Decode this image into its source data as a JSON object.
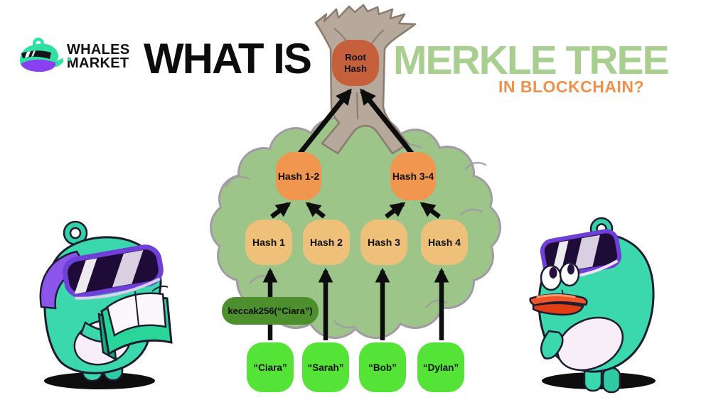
{
  "brand": {
    "name_line1": "WHALES",
    "name_line2": "MARKET"
  },
  "title": {
    "prefix": "WHAT IS",
    "main": "MERKLE TREE",
    "subtitle": "IN BLOCKCHAIN?"
  },
  "diagram": {
    "root_label_line1": "Root",
    "root_label_line2": "Hash",
    "internal_nodes": [
      "Hash 1-2",
      "Hash 3-4"
    ],
    "hash_nodes": [
      "Hash 1",
      "Hash 2",
      "Hash 3",
      "Hash 4"
    ],
    "data_nodes": [
      "“Ciara”",
      "“Sarah”",
      "“Bob”",
      "“Dylan”"
    ],
    "hash_function_label": "keccak256(“Ciara”)"
  },
  "colors": {
    "root_node": "#c6603c",
    "internal_node": "#f0964f",
    "hash_node": "#eec07a",
    "data_node": "#55e337",
    "hash_function_pill": "#4d8f2d",
    "foliage": "#9dc489",
    "foliage_outline": "#a29aa5",
    "trunk": "#b6a89b",
    "title_green": "#a9cf90",
    "title_orange": "#ef914c",
    "brand_teal": "#2fe0a2",
    "brand_purple": "#8a3ff0",
    "arrow": "#0d0d0d"
  },
  "illustrations": {
    "background": "cartoon-tree",
    "left_character": "whale-mascot-reading-book",
    "right_character": "whale-mascot-vr-goggles",
    "logo": "whale-with-sunglasses"
  }
}
